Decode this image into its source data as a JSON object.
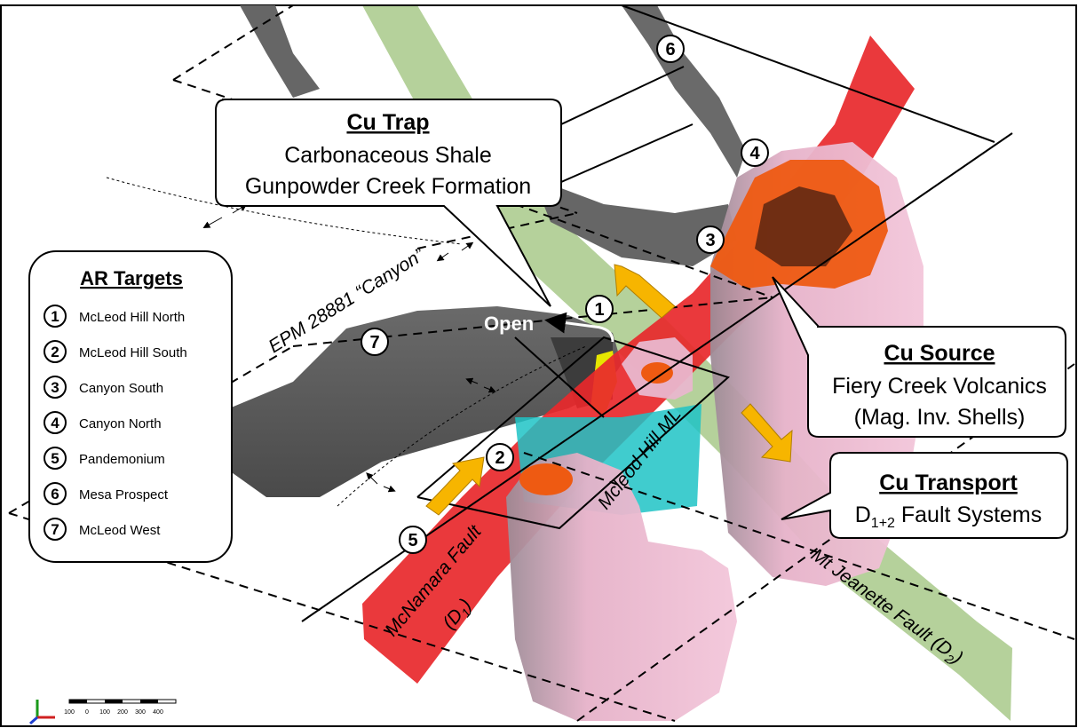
{
  "callouts": {
    "trap": {
      "title": "Cu Trap",
      "line1": "Carbonaceous Shale",
      "line2": "Gunpowder Creek Formation"
    },
    "source": {
      "title": "Cu Source",
      "line1": "Fiery Creek Volcanics",
      "line2": "(Mag. Inv. Shells)"
    },
    "transport": {
      "title": "Cu Transport",
      "line1_main": "D",
      "line1_sub": "1+2",
      "line1_rest": " Fault Systems"
    }
  },
  "legend": {
    "title": "AR Targets",
    "items": [
      {
        "num": "1",
        "label": "McLeod Hill North"
      },
      {
        "num": "2",
        "label": "McLeod Hill South"
      },
      {
        "num": "3",
        "label": "Canyon South"
      },
      {
        "num": "4",
        "label": "Canyon North"
      },
      {
        "num": "5",
        "label": "Pandemonium"
      },
      {
        "num": "6",
        "label": "Mesa Prospect"
      },
      {
        "num": "7",
        "label": "McLeod West"
      }
    ]
  },
  "map_labels": {
    "epm": "EPM 28881 “Canyon”",
    "open": "Open",
    "mcleod_hill_ml": "Mcleod Hill ML",
    "mcnamara_main": "McNamara Fault",
    "mcnamara_sub_main": "(D",
    "mcnamara_sub_sub": "1",
    "mcnamara_sub_end": ")",
    "jeanette_main": "Mt Jeanette Fault (D",
    "jeanette_sub": "2",
    "jeanette_end": ")"
  },
  "target_markers": {
    "m1": "1",
    "m2": "2",
    "m3": "3",
    "m4": "4",
    "m5": "5",
    "m6": "6",
    "m7": "7"
  },
  "scale_bar": {
    "ticks": [
      "100",
      "0",
      "100",
      "200",
      "300",
      "400"
    ]
  },
  "colors": {
    "fault_red": "#e8282b",
    "fault_green": "#a8c98a",
    "shale_gray": "#5e5e5e",
    "shell_pink": "#eab2cc",
    "shell_orange": "#ee5a12",
    "ml_cyan": "#1fc3c6",
    "arrow_yellow": "#f7b500"
  }
}
